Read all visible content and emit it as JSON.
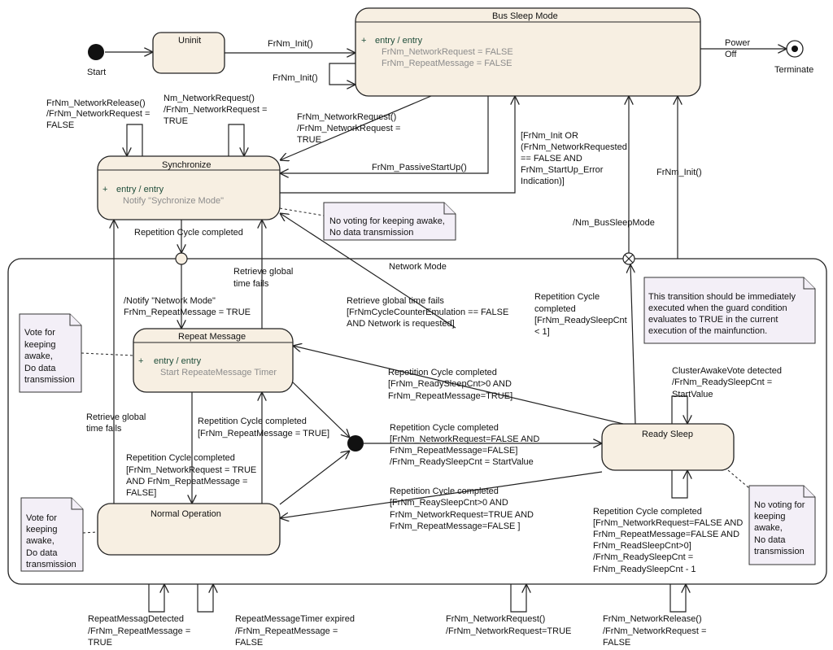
{
  "states": {
    "uninit": "Uninit",
    "bus_sleep": {
      "title": "Bus Sleep Mode",
      "entry": "entry / entry",
      "act1": "FrNm_NetworkRequest = FALSE",
      "act2": "FrNm_RepeatMessage = FALSE"
    },
    "synchronize": {
      "title": "Synchronize",
      "entry": "entry / entry",
      "act1": "Notify \"Sychronize Mode\""
    },
    "network_mode": "Network Mode",
    "repeat_message": {
      "title": "Repeat Message",
      "entry": "entry / entry",
      "act1": "Start RepeateMessage Timer"
    },
    "normal_operation": "Normal Operation",
    "ready_sleep": "Ready Sleep",
    "start": "Start",
    "terminate": "Terminate",
    "entry_plus": "+"
  },
  "labels": {
    "uninit_to_bsm": "FrNm_Init()",
    "bsm_self": "FrNm_Init()",
    "power_off_1": "Power",
    "power_off_2": "Off",
    "sync_left_1": "FrNm_NetworkRelease()",
    "sync_left_2": "/FrNm_NetworkRequest =",
    "sync_left_3": "FALSE",
    "sync_mid_1": "Nm_NetworkRequest()",
    "sync_mid_2": "/FrNm_NetworkRequest =",
    "sync_mid_3": "TRUE",
    "bsm_sync_1": "FrNm_NetworkRequest()",
    "bsm_sync_2": "/FrNm_NetworkRequest =",
    "bsm_sync_3": "TRUE",
    "passive_startup": "FrNm_PassiveStartUp()",
    "guard_1": "[FrNm_Init OR",
    "guard_2": "(FrNm_NetworkRequested",
    "guard_3": "== FALSE AND",
    "guard_4": "FrNm_StartUp_Error",
    "guard_5": "Indication)]",
    "init_right": "FrNm_Init()",
    "bus_sleep_mode": "/Nm_BusSleepMode",
    "rep_cycle_completed": "Repetition Cycle completed",
    "retrieve_fail_1": "Retrieve global",
    "retrieve_fail_2": "time fails",
    "notify_nm_1": "/Notify \"Network Mode\"",
    "notify_nm_2": "FrNm_RepeatMessage = TRUE",
    "retrieve_emul_1": "Retrieve global time fails",
    "retrieve_emul_2": "[FrNmCycleCounterEmulation == FALSE",
    "retrieve_emul_3": "AND Network is requested]",
    "rc_ready_1": "Repetition Cycle",
    "rc_ready_2": "completed",
    "rc_ready_3": "[FrNm_ReadySleepCnt",
    "rc_ready_4": "< 1]",
    "rs_to_rm_1": "Repetition Cycle completed",
    "rs_to_rm_2": "[FrNm_ReadySleepCnt>0 AND",
    "rs_to_rm_3": "FrNm_RepeatMessage=TRUE]",
    "cluster_1": "ClusterAwakeVote detected",
    "cluster_2": "/FrNm_ReadySleepCnt =",
    "cluster_3": "StartValue",
    "retrieve_left_1": "Retrieve global",
    "retrieve_left_2": "time fails",
    "no_to_rm_1": "Repetition Cycle completed",
    "no_to_rm_2": "[FrNm_RepeatMessage = TRUE]",
    "rm_to_no_1": "Repetition Cycle completed",
    "rm_to_no_2": "[FrNm_NetworkRequest = TRUE",
    "rm_to_no_3": "AND FrNm_RepeatMessage =",
    "rm_to_no_4": "FALSE]",
    "jn_to_rs_1": "Repetition Cycle completed",
    "jn_to_rs_2": "[FrNm_NetworkRequest=FALSE AND",
    "jn_to_rs_3": "FrNm_RepeatMessage=FALSE]",
    "jn_to_rs_4": "/FrNm_ReadySleepCnt = StartValue",
    "rs_to_no_1": "Repetition Cycle completed",
    "rs_to_no_2": "[FrNm_ReaySleepCnt>0 AND",
    "rs_to_no_3": "FrNm_NetworkRequest=TRUE AND",
    "rs_to_no_4": "FrNm_RepeatMessage=FALSE ]",
    "rs_self_1": "Repetition Cycle completed",
    "rs_self_2": "[FrNm_NetworkRequest=FALSE AND",
    "rs_self_3": "FrNm_RepeatMessage=FALSE AND",
    "rs_self_4": "FrNm_ReadSleepCnt>0]",
    "rs_self_5": "/FrNm_ReadySleepCnt =",
    "rs_self_6": "FrNm_ReadySleepCnt - 1",
    "bot_1_1": "RepeatMessagDetected",
    "bot_1_2": "/FrNm_RepeatMessage =",
    "bot_1_3": "TRUE",
    "bot_2_1": "RepeatMessageTimer expired",
    "bot_2_2": "/FrNm_RepeatMessage =",
    "bot_2_3": "FALSE",
    "bot_3_1": "FrNm_NetworkRequest()",
    "bot_3_2": "/FrNm_NetworkRequest=TRUE",
    "bot_4_1": "FrNm_NetworkRelease()",
    "bot_4_2": "/FrNm_NetworkRequest  =",
    "bot_4_3": "FALSE"
  },
  "notes": {
    "sync_note_1": "No voting for keeping awake,",
    "sync_note_2": "No data transmission",
    "immediate_1": "This transition should be immediately",
    "immediate_2": "executed when the guard  condition",
    "immediate_3": "evaluates to TRUE in the current",
    "immediate_4": "execution of the mainfunction.",
    "rm_note_1": "Vote for",
    "rm_note_2": "keeping",
    "rm_note_3": "awake,",
    "rm_note_4": "Do data",
    "rm_note_5": "transmission",
    "no_note_1": "Vote for",
    "no_note_2": "keeping",
    "no_note_3": "awake,",
    "no_note_4": "Do data",
    "no_note_5": "transmission",
    "rs_note_1": "No voting for",
    "rs_note_2": "keeping",
    "rs_note_3": "awake,",
    "rs_note_4": "No data",
    "rs_note_5": "transmission"
  }
}
